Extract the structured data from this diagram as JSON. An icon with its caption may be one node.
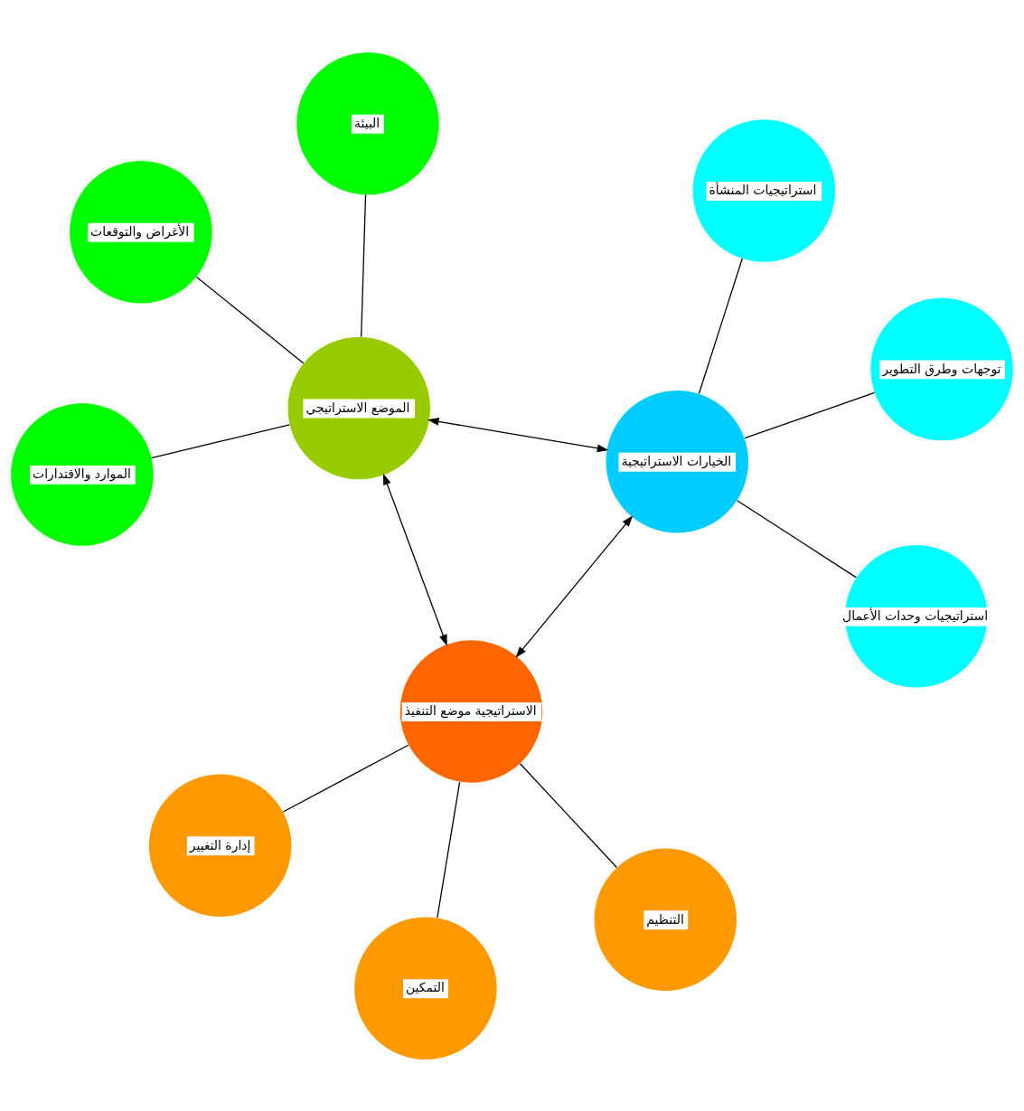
{
  "diagram": {
    "nodes": [
      {
        "text": [
          "الأغراض والتوقعات"
        ]
      },
      {
        "text": [
          "البيئة"
        ]
      },
      {
        "text": [
          "الموارد والاقتدارات"
        ]
      },
      {
        "text": [
          "الموضع الاستراتيجي"
        ]
      },
      {
        "text": [
          "استراتيجيات المنشأة"
        ]
      },
      {
        "text": [
          "الخيارات الاستراتيجية"
        ]
      },
      {
        "text": [
          "الاستراتيجية موضع التنفيذ"
        ]
      },
      {
        "text": [
          "التنظيم"
        ]
      },
      {
        "text": [
          "استراتيجيات وحدات الأعمال"
        ]
      },
      {
        "text": [
          "التمكين"
        ]
      },
      {
        "text": [
          "توجهات وطرق التطوير"
        ]
      },
      {
        "text": [
          "إدارة التغيير"
        ]
      }
    ],
    "edges": [
      {
        "from": 3,
        "to": 1,
        "arrow": "none"
      },
      {
        "from": 3,
        "to": 0,
        "arrow": "none"
      },
      {
        "from": 3,
        "to": 2,
        "arrow": "none"
      },
      {
        "from": 3,
        "to": 5,
        "arrow": "both"
      },
      {
        "from": 3,
        "to": 6,
        "arrow": "both"
      },
      {
        "from": 5,
        "to": 6,
        "arrow": "both"
      },
      {
        "from": 5,
        "to": 4,
        "arrow": "none"
      },
      {
        "from": 5,
        "to": 8,
        "arrow": "none"
      },
      {
        "from": 5,
        "to": 10,
        "arrow": "none"
      },
      {
        "from": 6,
        "to": 7,
        "arrow": "none"
      },
      {
        "from": 6,
        "to": 9,
        "arrow": "none"
      },
      {
        "from": 6,
        "to": 11,
        "arrow": "none"
      }
    ]
  }
}
